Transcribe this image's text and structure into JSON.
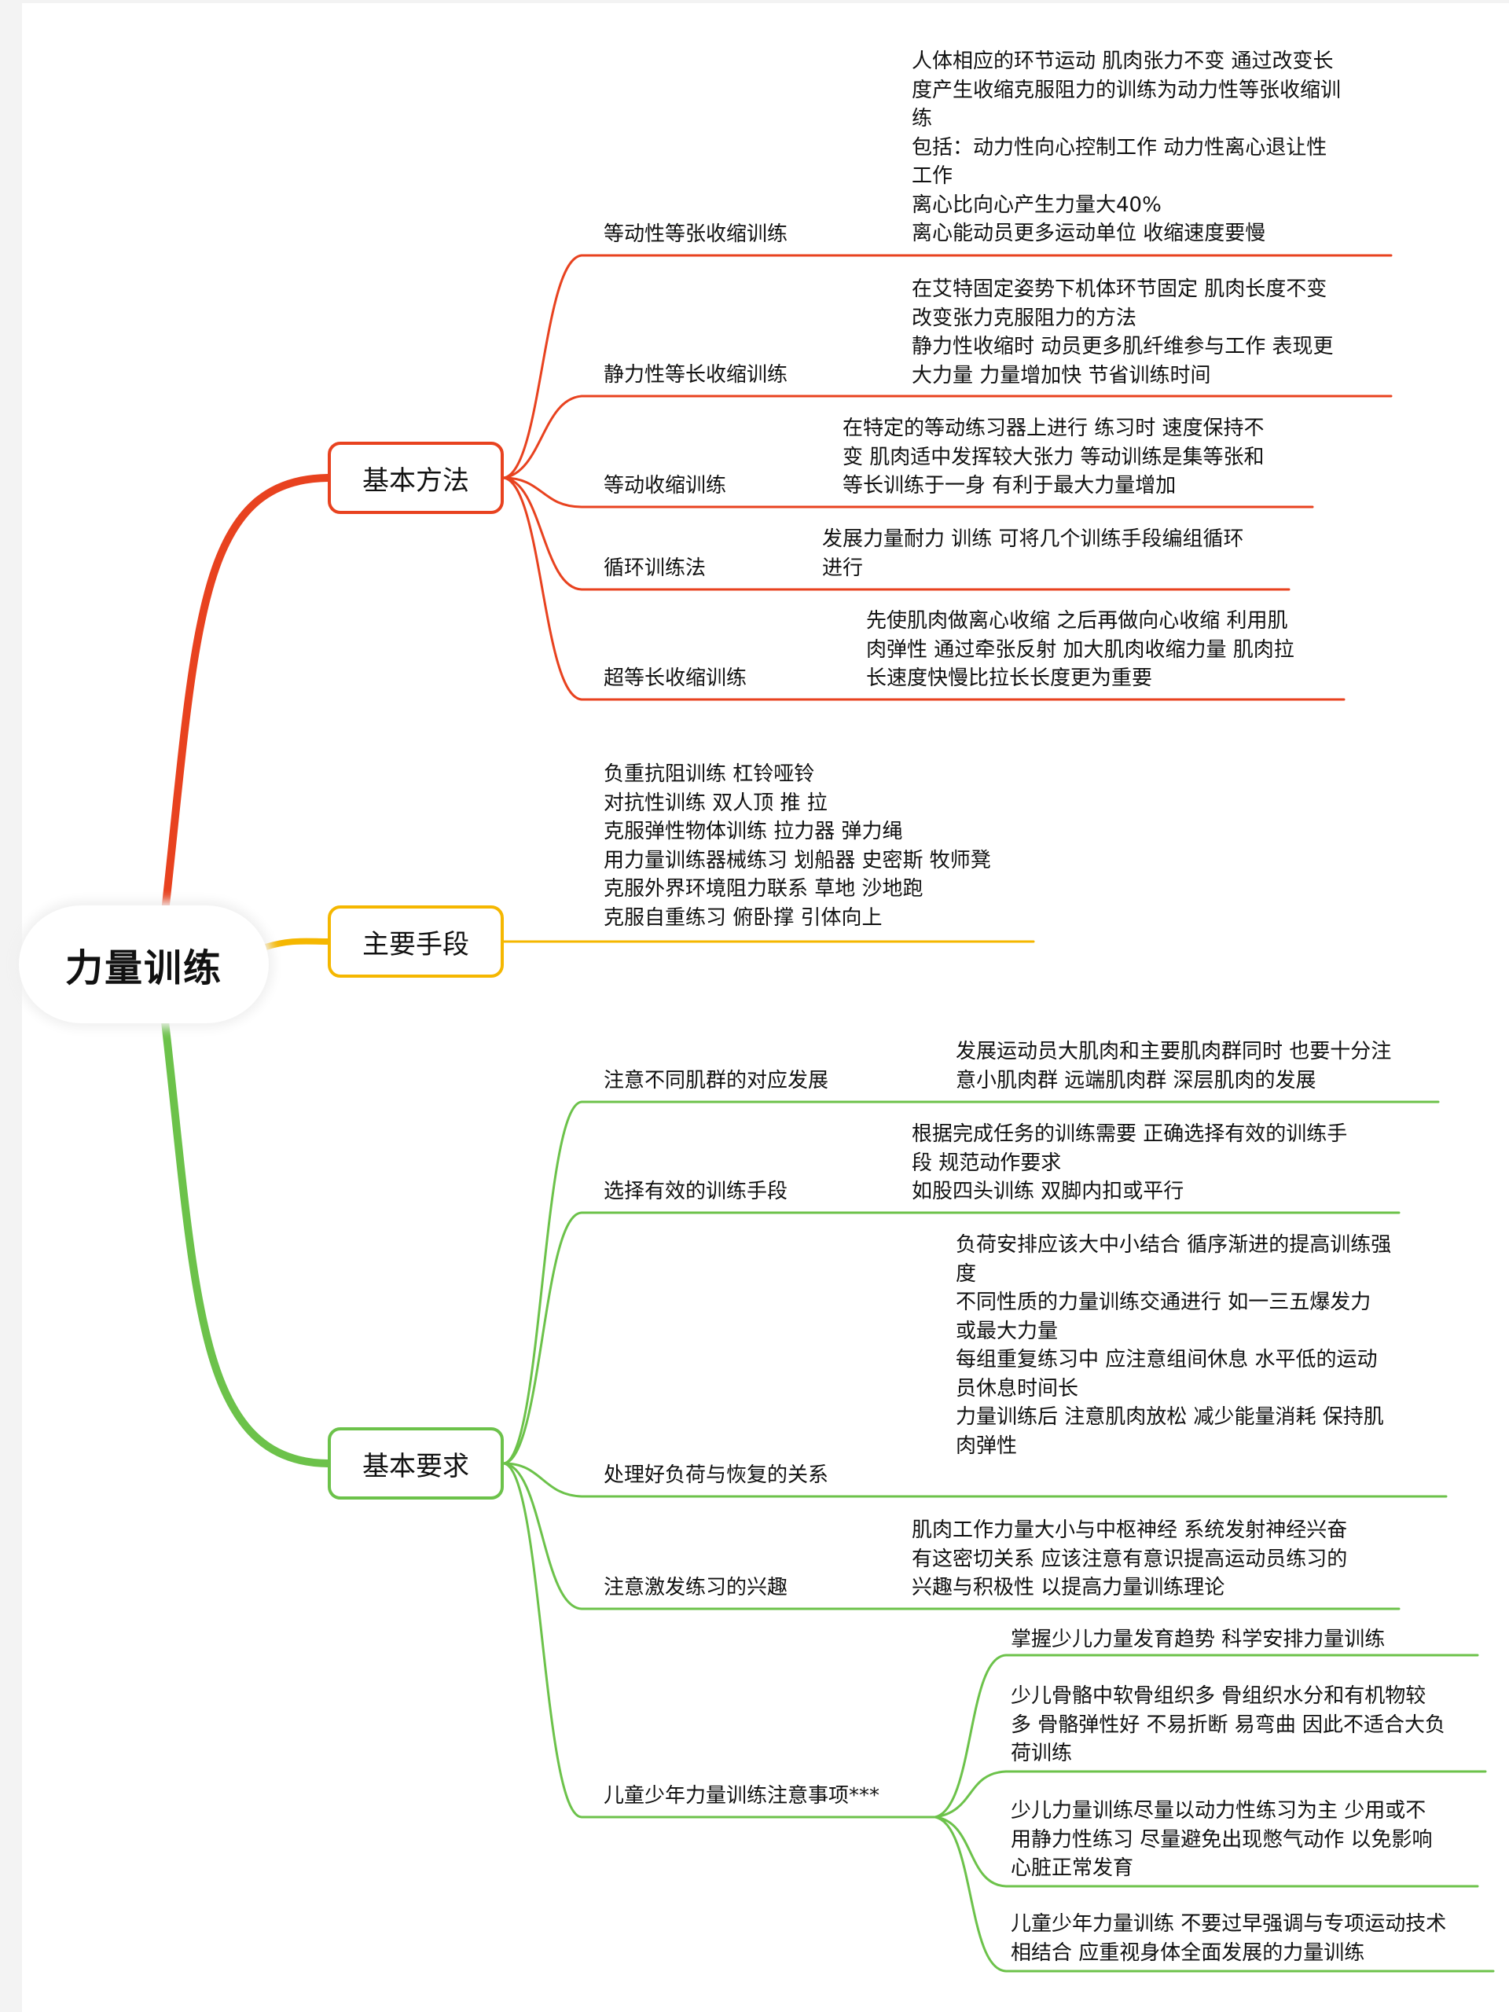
{
  "colors": {
    "red": "#e8421f",
    "yellow": "#f5b700",
    "green": "#6cc24a"
  },
  "root": {
    "title": "力量训练"
  },
  "basic_methods": {
    "title": "基本方法",
    "items": [
      {
        "label": "等动性等张收缩训练",
        "note": "人体相应的环节运动  肌肉张力不变  通过改变长\n度产生收缩克服阻力的训练为动力性等张收缩训\n练\n包括：动力性向心控制工作  动力性离心退让性\n工作\n离心比向心产生力量大40%\n离心能动员更多运动单位 收缩速度要慢"
      },
      {
        "label": "静力性等长收缩训练",
        "note": "在艾特固定姿势下机体环节固定  肌肉长度不变\n改变张力克服阻力的方法\n静力性收缩时 动员更多肌纤维参与工作 表现更\n大力量 力量增加快 节省训练时间"
      },
      {
        "label": "等动收缩训练",
        "note": "在特定的等动练习器上进行 练习时 速度保持不\n变 肌肉适中发挥较大张力 等动训练是集等张和\n等长训练于一身 有利于最大力量增加"
      },
      {
        "label": "循环训练法",
        "note": "发展力量耐力 训练  可将几个训练手段编组循环\n进行"
      },
      {
        "label": "超等长收缩训练",
        "note": "先使肌肉做离心收缩 之后再做向心收缩  利用肌\n肉弹性 通过牵张反射 加大肌肉收缩力量  肌肉拉\n长速度快慢比拉长长度更为重要"
      }
    ]
  },
  "main_means": {
    "title": "主要手段",
    "note": "负重抗阻训练 杠铃哑铃\n对抗性训练 双人顶 推 拉\n克服弹性物体训练 拉力器 弹力绳\n用力量训练器械练习 划船器 史密斯 牧师凳\n克服外界环境阻力联系 草地 沙地跑\n克服自重练习 俯卧撑 引体向上"
  },
  "basic_requirements": {
    "title": "基本要求",
    "items": [
      {
        "label": "注意不同肌群的对应发展",
        "note": "发展运动员大肌肉和主要肌肉群同时 也要十分注\n意小肌肉群 远端肌肉群 深层肌肉的发展"
      },
      {
        "label": "选择有效的训练手段",
        "note": "根据完成任务的训练需要 正确选择有效的训练手\n段 规范动作要求\n如股四头训练 双脚内扣或平行"
      },
      {
        "label": "处理好负荷与恢复的关系",
        "note": "负荷安排应该大中小结合 循序渐进的提高训练强\n度\n 不同性质的力量训练交通进行 如一三五爆发力\n或最大力量\n每组重复练习中 应注意组间休息 水平低的运动\n员休息时间长\n力量训练后 注意肌肉放松 减少能量消耗  保持肌\n肉弹性"
      },
      {
        "label": "注意激发练习的兴趣",
        "note": "肌肉工作力量大小与中枢神经 系统发射神经兴奋\n有这密切关系 应该注意有意识提高运动员练习的\n兴趣与积极性  以提高力量训练理论"
      },
      {
        "label": "儿童少年力量训练注意事项***",
        "notes": [
          "掌握少儿力量发育趋势  科学安排力量训练",
          "少儿骨骼中软骨组织多  骨组织水分和有机物较\n多  骨骼弹性好 不易折断 易弯曲 因此不适合大负\n荷训练",
          "少儿力量训练尽量以动力性练习为主  少用或不\n用静力性练习 尽量避免出现憋气动作 以免影响\n心脏正常发育",
          "儿童少年力量训练 不要过早强调与专项运动技术\n相结合  应重视身体全面发展的力量训练"
        ]
      }
    ]
  }
}
